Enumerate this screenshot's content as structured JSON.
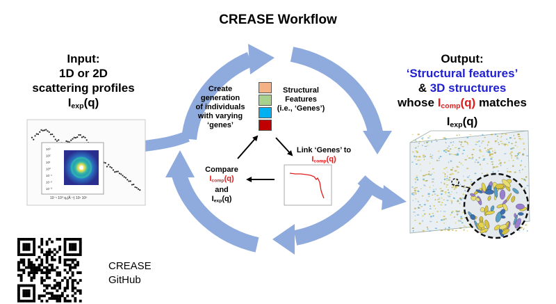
{
  "title": "CREASE Workflow",
  "input": {
    "line1": "Input:",
    "line2": "1D or 2D",
    "line3": "scattering profiles",
    "iexp_base": "I",
    "iexp_sub": "exp",
    "iexp_suffix": "(q)"
  },
  "output": {
    "line1": "Output:",
    "structural_features": "‘Structural features’",
    "amp": "&",
    "structures_3d": "3D structures",
    "whose": "whose",
    "icomp_base": "I",
    "icomp_sub": "comp",
    "icomp_suffix": "(q)",
    "matches": "matches",
    "iexp_base": "I",
    "iexp_sub": "exp",
    "iexp_suffix": "(q)"
  },
  "create_text": [
    "Create",
    "generation",
    "of individuals",
    "with varying",
    "‘genes’"
  ],
  "structural_text": [
    "Structural",
    "Features",
    "(i.e., ‘Genes’)"
  ],
  "link_text": {
    "line1": "Link ‘Genes’ to",
    "icomp_base": "I",
    "icomp_sub": "comp",
    "icomp_suffix": "(q)"
  },
  "compare_text": {
    "line1": "Compare",
    "icomp_base": "I",
    "icomp_sub": "comp",
    "icomp_suffix": "(q)",
    "and": "and",
    "iexp_base": "I",
    "iexp_sub": "exp",
    "iexp_suffix": "(q)"
  },
  "gene_colors": [
    "#f4b183",
    "#a9d18e",
    "#00b0f0",
    "#c00000"
  ],
  "colors": {
    "cycle_arrow": "#8faadc",
    "highlight_red": "#e01b1b",
    "highlight_blue": "#1f1fd0"
  },
  "plot_tick_labels": [
    "10³",
    "10²",
    "10¹",
    "10⁰",
    "10⁻¹",
    "10⁻²",
    "10⁻³"
  ],
  "plot_xlabel": "10⁻¹ 10⁰  qₓ(Å⁻¹)  10¹  10²",
  "qr_label": [
    "CREASE",
    "GitHub"
  ]
}
